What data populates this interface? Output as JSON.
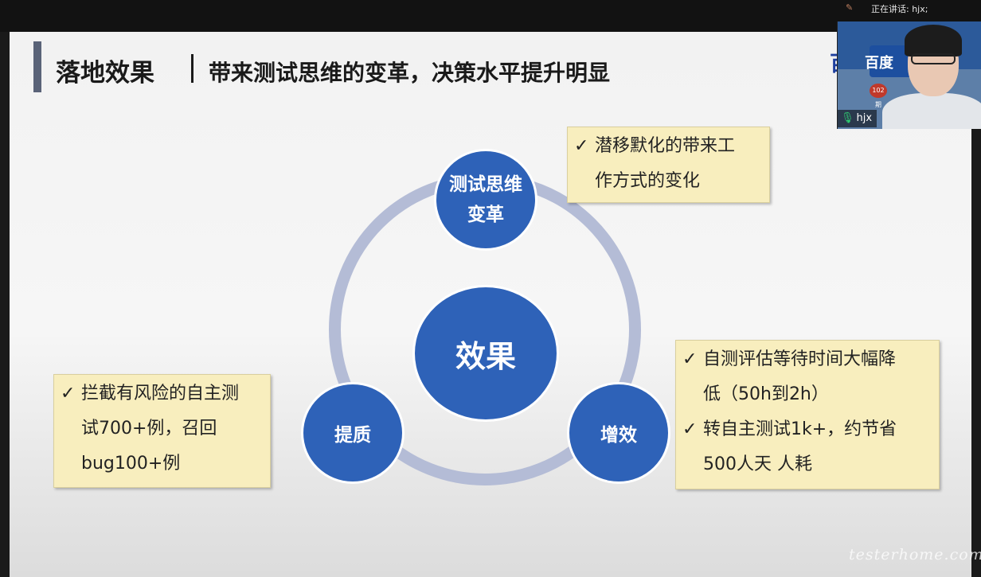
{
  "meeting": {
    "speaking_label": "正在讲话: hjx;",
    "participant_name": "hjx"
  },
  "slide": {
    "title": "落地效果",
    "subtitle": "带来测试思维的变革，决策水平提升明显",
    "logo_fragment": "百",
    "center_circle": "效果",
    "top_circle": "测试思维变革",
    "left_circle": "提质",
    "right_circle": "增效",
    "note_top": {
      "check": "✓",
      "lines": [
        "潜移默化的带来工",
        "作方式的变化"
      ]
    },
    "note_right": {
      "check": "✓",
      "item1_lines": [
        "自测评估等待时间大幅降",
        "低（50h到2h）"
      ],
      "item2_lines": [
        "转自主测试1k+，约节省",
        "500人天 人耗"
      ]
    },
    "note_left": {
      "check": "✓",
      "lines": [
        "拦截有风险的自主测",
        "试700+例，召回",
        "bug100+例"
      ]
    }
  },
  "video_tile": {
    "banner_text": "百度",
    "badge": "102期"
  },
  "watermark": "testerhome.com",
  "colors": {
    "circle_fill": "#2e62b8",
    "ring": "#b4bcd6",
    "note_bg": "#f8eebe",
    "title_accent": "#5a6378"
  }
}
